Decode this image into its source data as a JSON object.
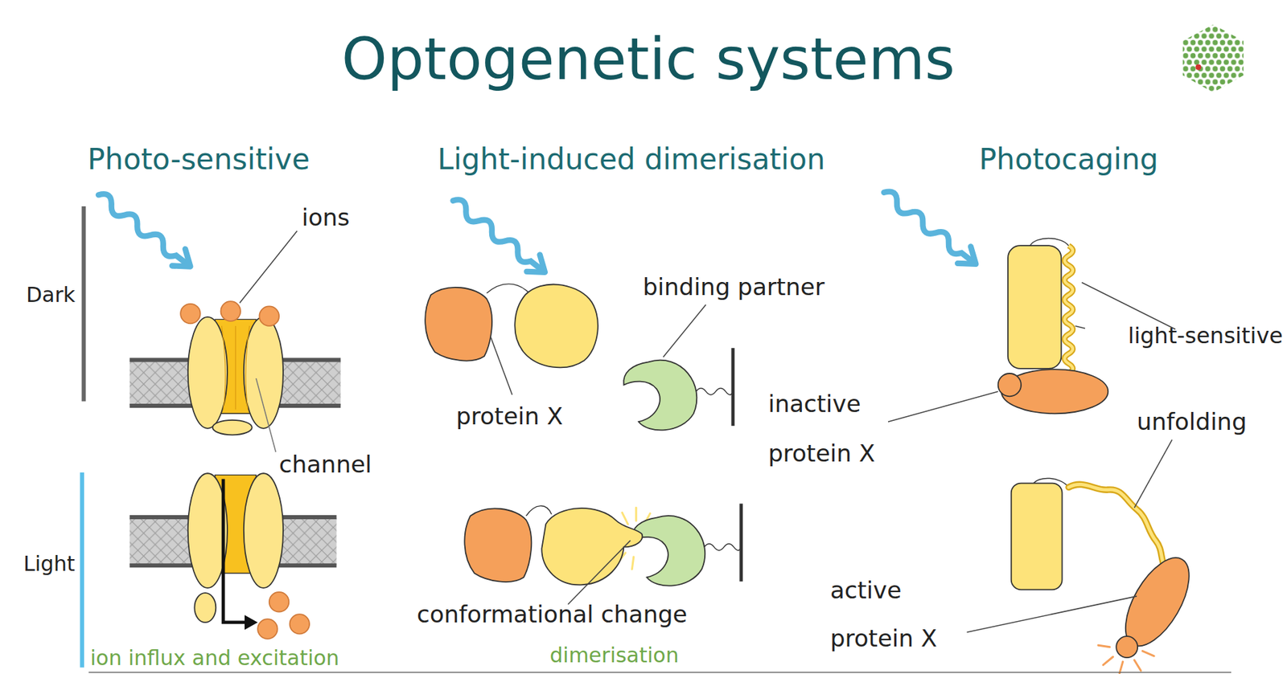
{
  "diagram": {
    "title": "Optogenetic systems",
    "labels": [
      "Photo-sensitive",
      "Light-induced dimerisation",
      "Photocaging",
      "ions",
      "binding partner",
      "Dark",
      "light-sensitive",
      "inactive protein X",
      "protein X",
      "unfolding",
      "channel",
      "Light",
      "active protein X",
      "conformational change",
      "ion influx and excitation",
      "dimerisation"
    ]
  }
}
